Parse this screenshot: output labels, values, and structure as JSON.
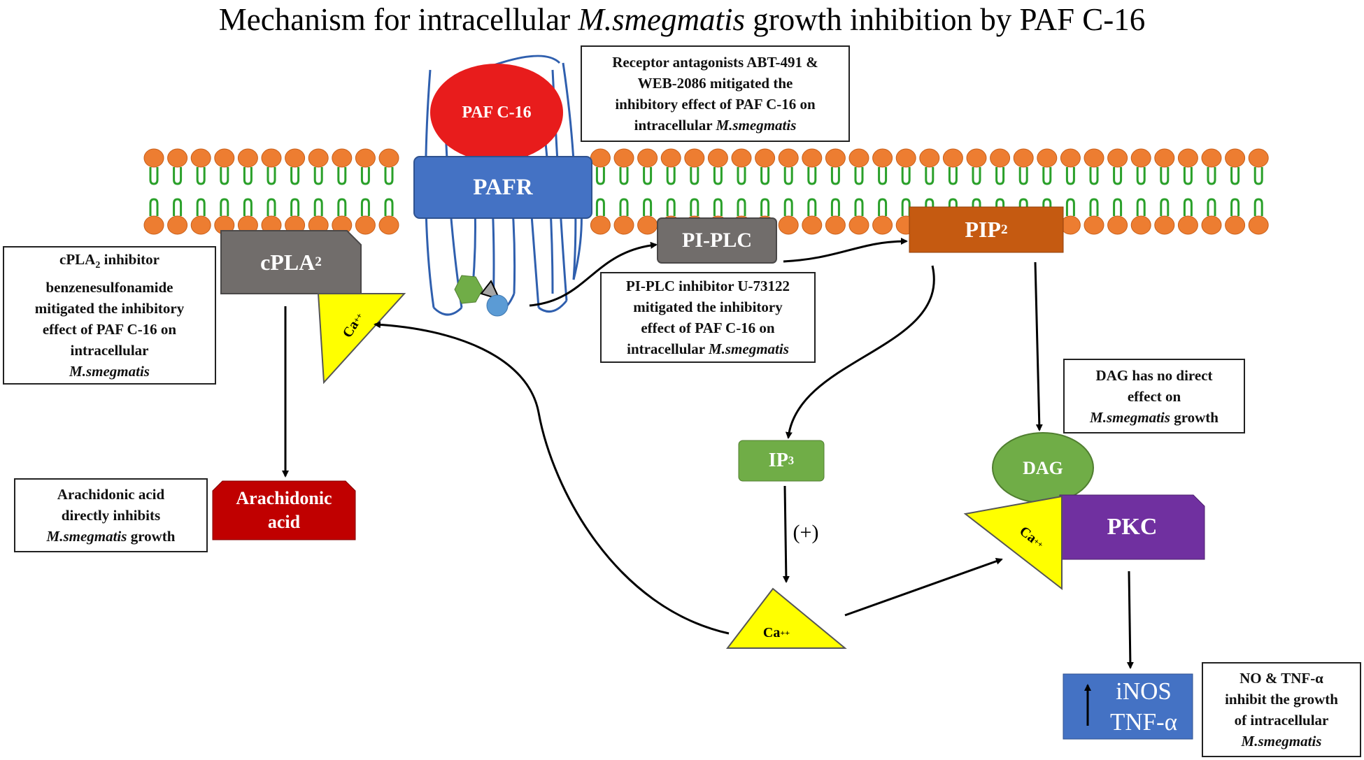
{
  "title": {
    "prefix": "Mechanism for intracellular ",
    "italic": "M.smegmatis",
    "suffix": " growth inhibition by PAF C-16"
  },
  "nodes": {
    "paf": "PAF C-16",
    "pafr": "PAFR",
    "cpla2": {
      "text": "cPLA",
      "sub": "2"
    },
    "piplc": "PI-PLC",
    "pip2": {
      "text": "PIP",
      "sub": "2"
    },
    "ip3": {
      "text": "IP",
      "sub": "3"
    },
    "dag": "DAG",
    "pkc": "PKC",
    "arachidonic": {
      "line1": "Arachidonic",
      "line2": "acid"
    },
    "outputs": {
      "line1": "iNOS",
      "line2": "TNF-α"
    },
    "ca_left": {
      "text": "Ca",
      "sup": "++"
    },
    "ca_center": {
      "text": "Ca",
      "sup": "++"
    },
    "ca_pkc": {
      "text": "Ca",
      "sup": "++"
    },
    "plus": "(+)"
  },
  "notes": {
    "antagonists": {
      "l1": "Receptor antagonists ABT-491 &",
      "l2": "WEB-2086 mitigated the",
      "l3": "inhibitory effect of PAF C-16 on",
      "l4a": "intracellular ",
      "l4b": "M.smegmatis"
    },
    "cpla2_inhibitor": {
      "l1a": "cPLA",
      "l1sub": "2",
      "l1b": " inhibitor",
      "l2": "benzenesulfonamide",
      "l3": "mitigated the inhibitory",
      "l4": "effect of PAF C-16 on",
      "l5": "intracellular",
      "l6": "M.smegmatis"
    },
    "piplc_inhibitor": {
      "l1": "PI-PLC inhibitor U-73122",
      "l2": "mitigated the inhibitory",
      "l3": "effect of PAF C-16 on",
      "l4a": "intracellular ",
      "l4b": "M.smegmatis"
    },
    "arachidonic_note": {
      "l1": "Arachidonic acid",
      "l2": "directly inhibits",
      "l3a": "M.smegmatis",
      "l3b": " growth"
    },
    "dag_note": {
      "l1": "DAG has no direct",
      "l2": "effect on",
      "l3a": "M.smegmatis",
      "l3b": " growth"
    },
    "no_tnf_note": {
      "l1": "NO & TNF-α",
      "l2": "inhibit the growth",
      "l3": "of intracellular",
      "l4": "M.smegmatis"
    }
  },
  "colors": {
    "paf": "#e81c1c",
    "pafr": "#4472c4",
    "cpla2": "#716d6b",
    "piplc": "#716d6b",
    "pip2": "#c55a11",
    "ip3": "#70ad47",
    "dag": "#70ad47",
    "pkc": "#7030a0",
    "arachidonic": "#c00000",
    "outputs": "#4472c4",
    "calcium": "#ffff00",
    "lipid_head": "#ed7d31",
    "lipid_tail": "#2aa02a",
    "receptor_coil": "#2f5fae"
  }
}
